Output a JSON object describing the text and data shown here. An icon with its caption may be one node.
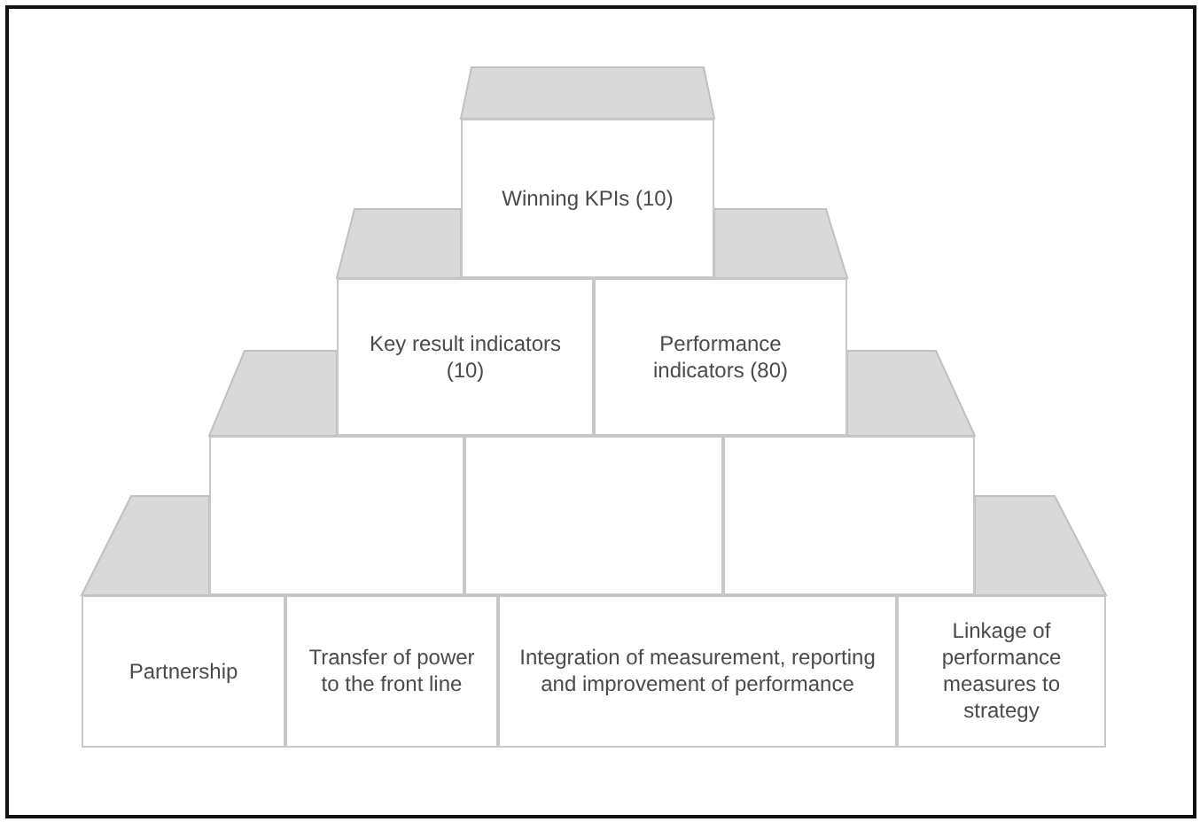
{
  "diagram": {
    "nodes": [
      {
        "text": [
          "Winning KPIs (10)"
        ]
      },
      {
        "text": [
          "Key result indicators (10)"
        ]
      },
      {
        "text": [
          "Performance indicators (80)"
        ]
      },
      {
        "text": [],
        "shape": "box"
      },
      {
        "text": [],
        "shape": "box"
      },
      {
        "text": [],
        "shape": "box"
      },
      {
        "text": [
          "Partnership"
        ]
      },
      {
        "text": [
          "Transfer of power to the front line"
        ]
      },
      {
        "text": [
          "Integration of measurement, reporting and improvement of performance"
        ]
      },
      {
        "text": [
          "Linkage of performance measures to strategy"
        ]
      }
    ]
  }
}
